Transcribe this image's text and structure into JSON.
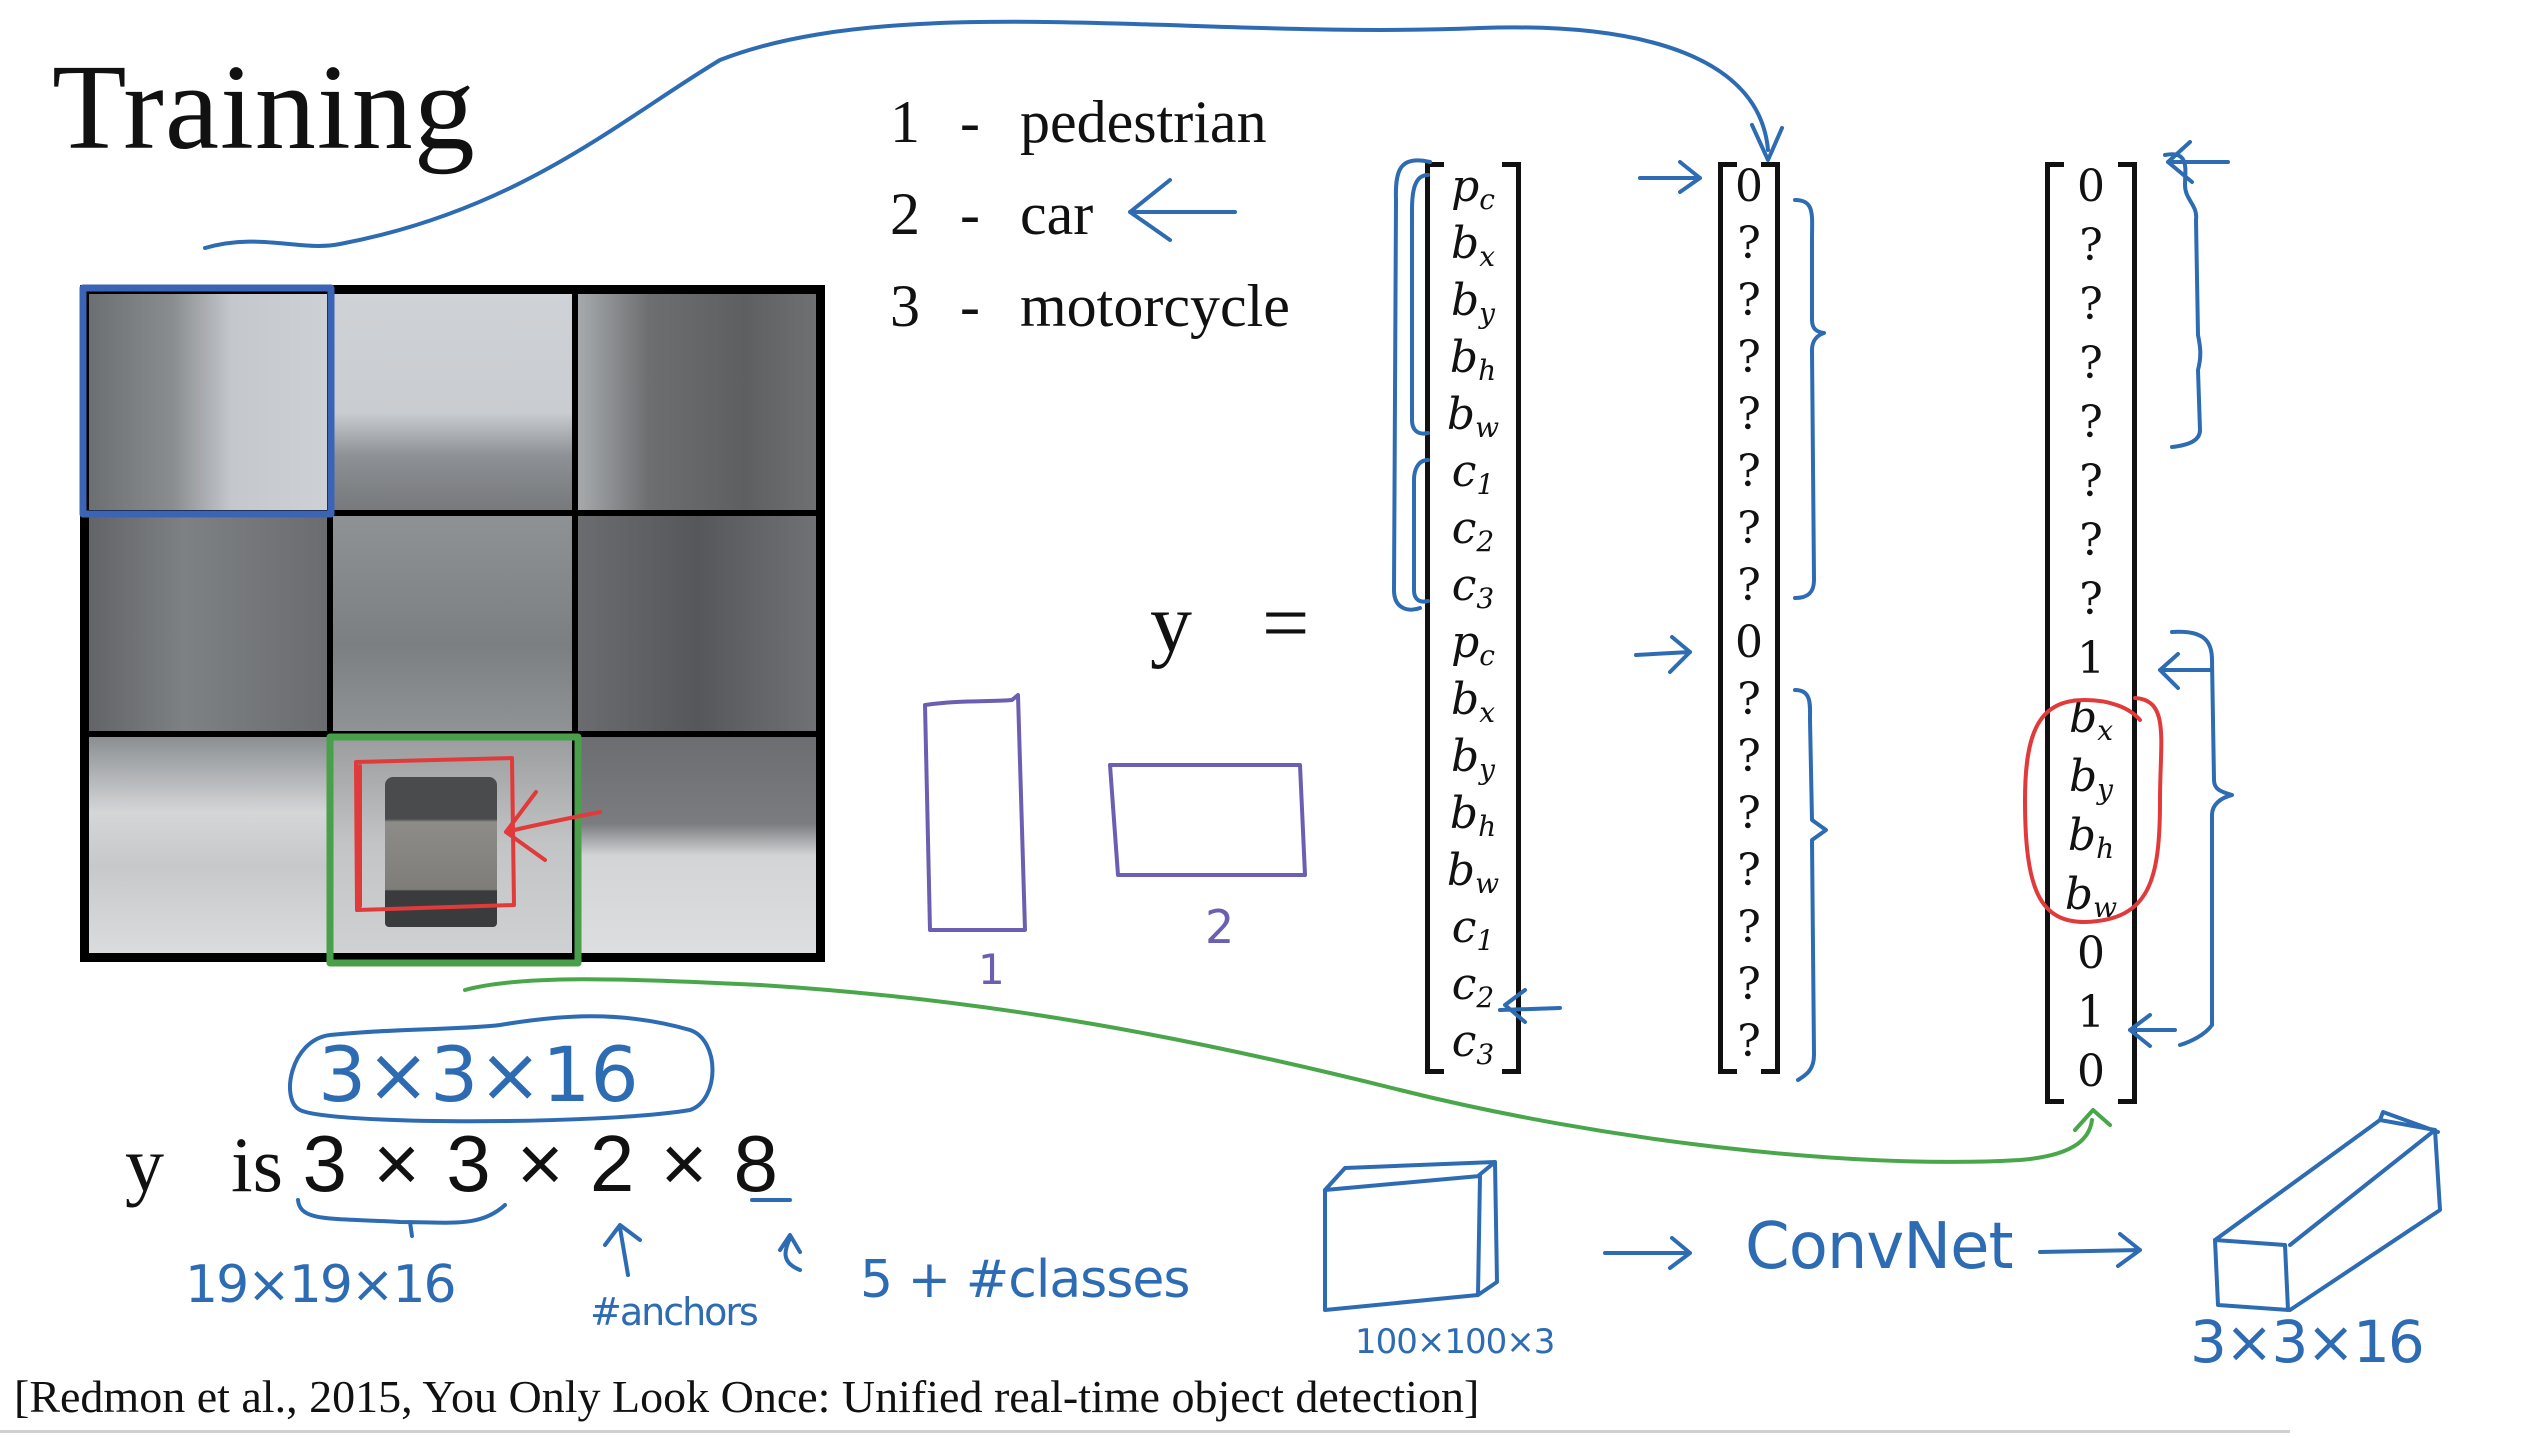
{
  "slide": {
    "title": "Training",
    "classes": [
      {
        "num": "1",
        "dash": "-",
        "label": "pedestrian"
      },
      {
        "num": "2",
        "dash": "-",
        "label": "car"
      },
      {
        "num": "3",
        "dash": "-",
        "label": "motorcycle"
      }
    ],
    "y_equals": {
      "lhs": "y",
      "eq": "="
    },
    "label_vector": {
      "rows": [
        {
          "base": "p",
          "sub": "c"
        },
        {
          "base": "b",
          "sub": "x"
        },
        {
          "base": "b",
          "sub": "y"
        },
        {
          "base": "b",
          "sub": "h"
        },
        {
          "base": "b",
          "sub": "w"
        },
        {
          "base": "c",
          "sub": "1"
        },
        {
          "base": "c",
          "sub": "2"
        },
        {
          "base": "c",
          "sub": "3"
        },
        {
          "base": "p",
          "sub": "c"
        },
        {
          "base": "b",
          "sub": "x"
        },
        {
          "base": "b",
          "sub": "y"
        },
        {
          "base": "b",
          "sub": "h"
        },
        {
          "base": "b",
          "sub": "w"
        },
        {
          "base": "c",
          "sub": "1"
        },
        {
          "base": "c",
          "sub": "2"
        },
        {
          "base": "c",
          "sub": "3"
        }
      ]
    },
    "empty_cell_vector": {
      "values": [
        "0",
        "?",
        "?",
        "?",
        "?",
        "?",
        "?",
        "?",
        "0",
        "?",
        "?",
        "?",
        "?",
        "?",
        "?",
        "?"
      ]
    },
    "car_cell_vector": {
      "values": [
        "0",
        "?",
        "?",
        "?",
        "?",
        "?",
        "?",
        "?",
        "1",
        "bx",
        "by",
        "bh",
        "bw",
        "0",
        "1",
        "0"
      ],
      "display": [
        {
          "t": "0"
        },
        {
          "t": "?"
        },
        {
          "t": "?"
        },
        {
          "t": "?"
        },
        {
          "t": "?"
        },
        {
          "t": "?"
        },
        {
          "t": "?"
        },
        {
          "t": "?"
        },
        {
          "t": "1"
        },
        {
          "base": "b",
          "sub": "x"
        },
        {
          "base": "b",
          "sub": "y"
        },
        {
          "base": "b",
          "sub": "h"
        },
        {
          "base": "b",
          "sub": "w"
        },
        {
          "t": "0"
        },
        {
          "t": "1"
        },
        {
          "t": "0"
        }
      ]
    },
    "output_shape": {
      "prefix_y": "y",
      "prefix_is": "is",
      "dims": "3 × 3 × 2 × 8"
    },
    "citation": "[Redmon et al., 2015, You Only Look Once: Unified real-time object detection]"
  },
  "annotations": {
    "grid_size_note": "3×3×16",
    "alt_grid_note": "19×19×16",
    "anchors_note": "#anchors",
    "classes_note": "5 + #classes",
    "anchor_box_1_label": "1",
    "anchor_box_2_label": "2",
    "convnet_label": "ConvNet",
    "input_volume_label": "100×100×3",
    "output_volume_label": "3×3×16"
  },
  "colors": {
    "ink_blue": "#2d6bb3",
    "ink_red": "#e03a3a",
    "ink_green": "#4aa64a",
    "ink_purple": "#6a5fb0",
    "grid_highlight_blue": "#3c64b4",
    "grid_highlight_green": "#4aa04a"
  }
}
